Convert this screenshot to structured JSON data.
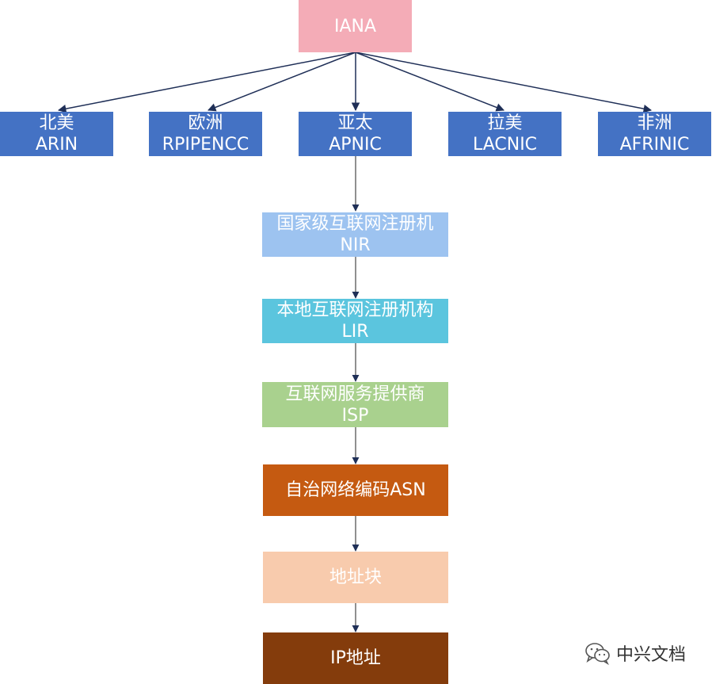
{
  "root": {
    "label": "IANA",
    "color": "#f4acb7"
  },
  "regions": [
    {
      "line1": "北美",
      "line2": "ARIN"
    },
    {
      "line1": "欧洲",
      "line2": "RPIPENCC"
    },
    {
      "line1": "亚太",
      "line2": "APNIC"
    },
    {
      "line1": "拉美",
      "line2": "LACNIC"
    },
    {
      "line1": "非洲",
      "line2": "AFRINIC"
    }
  ],
  "region_color": "#4472c4",
  "chain": [
    {
      "line1": "国家级互联网注册机",
      "line2": "NIR",
      "color": "#9dc3f0"
    },
    {
      "line1": "本地互联网注册机构",
      "line2": "LIR",
      "color": "#5bc5de"
    },
    {
      "line1": "互联网服务提供商",
      "line2": "ISP",
      "color": "#a9d18e"
    },
    {
      "line1": "自治网络编码ASN",
      "color": "#c55a11"
    },
    {
      "line1": "地址块",
      "color": "#f8cbad"
    },
    {
      "line1": "IP地址",
      "color": "#843c0c"
    }
  ],
  "watermark": {
    "text": "中兴文档"
  }
}
